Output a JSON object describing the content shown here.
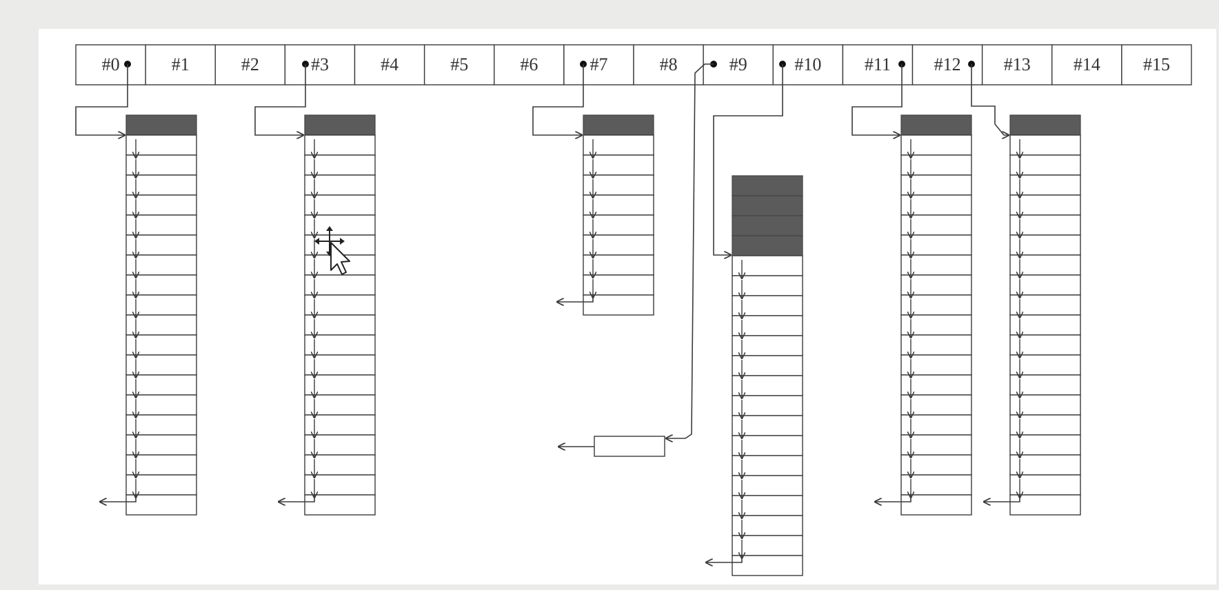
{
  "diagram": {
    "slot_labels": [
      "#0",
      "#1",
      "#2",
      "#3",
      "#4",
      "#5",
      "#6",
      "#7",
      "#8",
      "#9",
      "#10",
      "#11",
      "#12",
      "#13",
      "#14",
      "#15"
    ],
    "occupied_slots": [
      0,
      3,
      7,
      9,
      10,
      11,
      12
    ],
    "blocks": [
      {
        "source_slot": 0,
        "header_rows": 1,
        "data_rows": 19,
        "chain_type": "side-loop"
      },
      {
        "source_slot": 3,
        "header_rows": 1,
        "data_rows": 19,
        "chain_type": "side-loop"
      },
      {
        "source_slot": 7,
        "header_rows": 1,
        "data_rows": 9,
        "chain_type": "side-loop"
      },
      {
        "source_slot": 10,
        "header_rows": 4,
        "data_rows": 16,
        "chain_type": "long-route"
      },
      {
        "source_slot": 11,
        "header_rows": 1,
        "data_rows": 19,
        "chain_type": "side-loop"
      },
      {
        "source_slot": 12,
        "header_rows": 1,
        "data_rows": 19,
        "chain_type": "direct"
      }
    ],
    "small_box": {
      "source_slot": 9,
      "data_rows": 1
    }
  },
  "colors": {
    "background": "#ebebe9",
    "panel": "#ffffff",
    "line": "#3a3a3a",
    "header_fill": "#5b5b5b"
  },
  "cursor": {
    "icon": "move-arrow-cursor-icon"
  }
}
